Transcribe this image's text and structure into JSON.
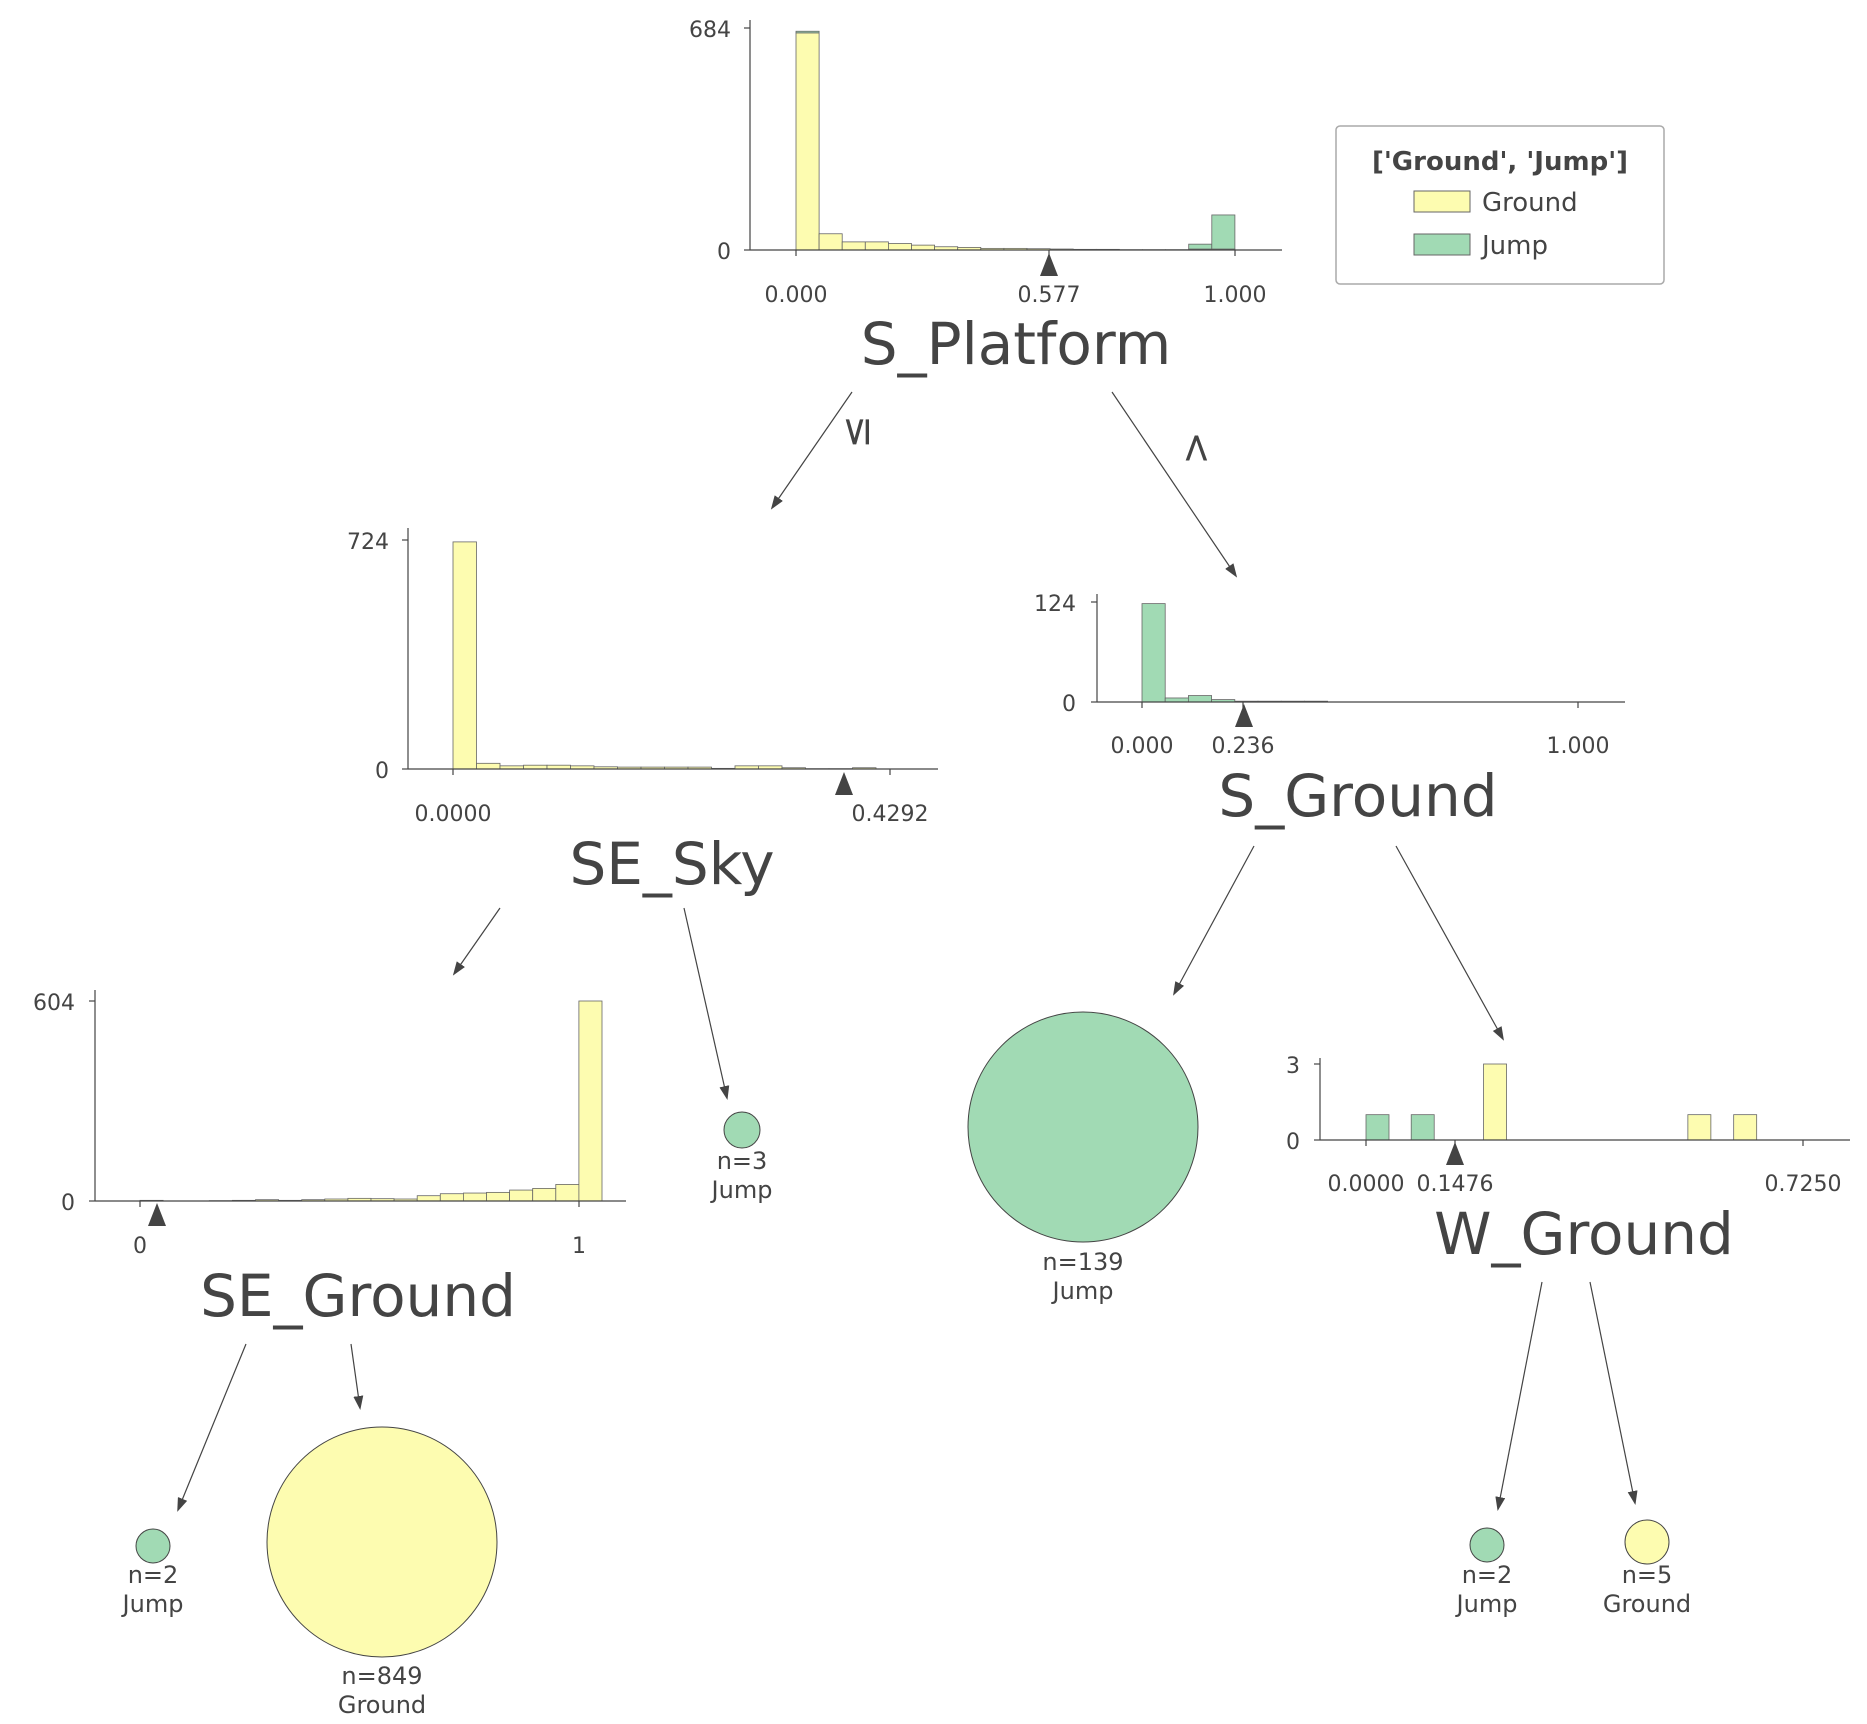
{
  "colors": {
    "Ground": "#fdfcb0",
    "Jump": "#a1dab4",
    "bar_edge": "#666666",
    "text": "#444444"
  },
  "legend": {
    "title": "['Ground', 'Jump']",
    "entries": [
      {
        "label": "Ground",
        "color": "#fdfcb0"
      },
      {
        "label": "Jump",
        "color": "#a1dab4"
      }
    ]
  },
  "edge_labels": {
    "left": "≤",
    "right": ">"
  },
  "nodes": [
    {
      "id": "s_platform",
      "feature": "S_Platform",
      "threshold": 0.577,
      "threshold_label": "0.577",
      "y_max": 684,
      "ytick_labels": [
        "684",
        "0"
      ],
      "x_range": [
        0.0,
        1.0
      ],
      "xticks": [
        0.0,
        0.577,
        1.0
      ],
      "xtick_labels": [
        "0.000",
        "0.577",
        "1.000"
      ],
      "bins": 19,
      "ground": [
        669,
        50,
        25,
        25,
        20,
        15,
        10,
        8,
        5,
        5,
        4,
        3,
        2,
        2,
        1,
        1,
        1,
        3,
        3
      ],
      "jump": [
        5,
        0,
        0,
        0,
        0,
        0,
        0,
        0,
        0,
        0,
        0,
        0,
        0,
        0,
        0,
        0,
        0,
        15,
        105
      ]
    },
    {
      "id": "se_sky",
      "feature": "SE_Sky",
      "threshold": 0.4,
      "y_max": 724,
      "ytick_labels": [
        "724",
        "0"
      ],
      "x_range": [
        0.0,
        0.4292
      ],
      "xticks": [
        0.0,
        0.4292
      ],
      "xtick_labels": [
        "0.0000",
        "0.4292"
      ],
      "bins": 18,
      "ground": [
        718,
        18,
        10,
        12,
        12,
        10,
        7,
        6,
        6,
        6,
        6,
        2,
        10,
        10,
        4,
        1,
        1,
        4
      ],
      "jump": [
        0,
        0,
        0,
        0,
        0,
        0,
        0,
        0,
        0,
        0,
        0,
        0,
        0,
        0,
        0,
        0,
        0,
        0
      ]
    },
    {
      "id": "s_ground",
      "feature": "S_Ground",
      "threshold": 0.236,
      "threshold_label": "0.236",
      "y_max": 124,
      "ytick_labels": [
        "124",
        "0"
      ],
      "x_range": [
        0.0,
        1.0
      ],
      "xticks": [
        0.0,
        0.236,
        1.0
      ],
      "xtick_labels": [
        "0.000",
        "0.236",
        "1.000"
      ],
      "bins": 19,
      "ground": [
        0,
        0,
        0,
        0,
        0,
        0,
        0,
        0,
        0,
        0,
        0,
        0,
        0,
        0,
        0,
        0,
        0,
        0,
        0
      ],
      "jump": [
        122,
        5,
        8,
        3,
        1,
        1,
        1,
        1,
        0,
        0,
        0,
        0,
        0,
        0,
        0,
        0,
        0,
        0,
        0
      ]
    },
    {
      "id": "se_ground",
      "feature": "SE_Ground",
      "threshold": 0.04,
      "y_max": 604,
      "ytick_labels": [
        "604",
        "0"
      ],
      "x_range": [
        0.0,
        1.0
      ],
      "xticks": [
        0.0,
        1.0
      ],
      "xtick_labels": [
        "0",
        "1"
      ],
      "bins": 19,
      "ground": [
        0,
        0,
        0,
        1,
        2,
        4,
        2,
        4,
        6,
        8,
        7,
        6,
        16,
        22,
        24,
        26,
        33,
        38,
        50,
        604
      ],
      "jump": [
        2,
        0,
        0,
        0,
        0,
        0,
        0,
        0,
        0,
        0,
        0,
        0,
        0,
        0,
        0,
        0,
        0,
        0,
        0,
        0
      ]
    },
    {
      "id": "w_ground",
      "feature": "W_Ground",
      "threshold": 0.1476,
      "y_max": 3,
      "ytick_labels": [
        "3",
        "0"
      ],
      "x_range": [
        0.0,
        0.725
      ],
      "xticks": [
        0.0,
        0.1476,
        0.725
      ],
      "xtick_labels": [
        "0.0000",
        "0.1476",
        "0.7250"
      ],
      "bars": [
        {
          "x": 0.0,
          "count": 1,
          "class": "Jump"
        },
        {
          "x": 0.075,
          "count": 1,
          "class": "Jump"
        },
        {
          "x": 0.195,
          "count": 3,
          "class": "Ground"
        },
        {
          "x": 0.534,
          "count": 1,
          "class": "Ground"
        },
        {
          "x": 0.61,
          "count": 1,
          "class": "Ground"
        }
      ]
    }
  ],
  "leaves": [
    {
      "id": "leaf_se_sky_right",
      "n_label": "n=3",
      "class": "Jump",
      "n": 3
    },
    {
      "id": "leaf_s_ground_left",
      "n_label": "n=139",
      "class": "Jump",
      "n": 139
    },
    {
      "id": "leaf_se_ground_left",
      "n_label": "n=2",
      "class": "Jump",
      "n": 2
    },
    {
      "id": "leaf_se_ground_right",
      "n_label": "n=849",
      "class": "Ground",
      "n": 849
    },
    {
      "id": "leaf_w_ground_left",
      "n_label": "n=2",
      "class": "Jump",
      "n": 2
    },
    {
      "id": "leaf_w_ground_right",
      "n_label": "n=5",
      "class": "Ground",
      "n": 5
    }
  ]
}
